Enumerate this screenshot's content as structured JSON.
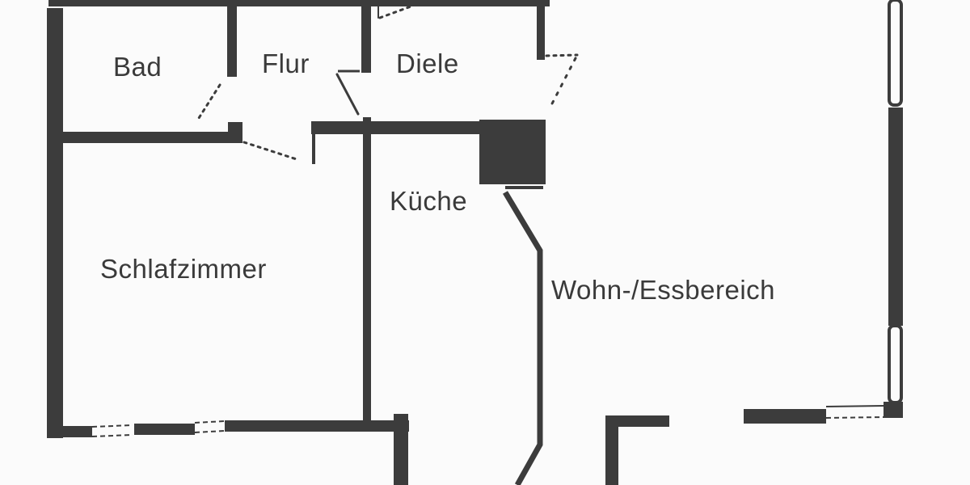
{
  "floorplan": {
    "colors": {
      "background": "#fbfbfb",
      "wall": "#3c3c3c",
      "text": "#3a3a3a",
      "door_swing": "#3c3c3c"
    },
    "rooms": [
      {
        "id": "bad",
        "label": "Bad"
      },
      {
        "id": "flur",
        "label": "Flur"
      },
      {
        "id": "diele",
        "label": "Diele"
      },
      {
        "id": "kueche",
        "label": "Küche"
      },
      {
        "id": "schlafzimmer",
        "label": "Schlafzimmer"
      },
      {
        "id": "wohn-essbereich",
        "label": "Wohn-/Essbereich"
      }
    ]
  }
}
